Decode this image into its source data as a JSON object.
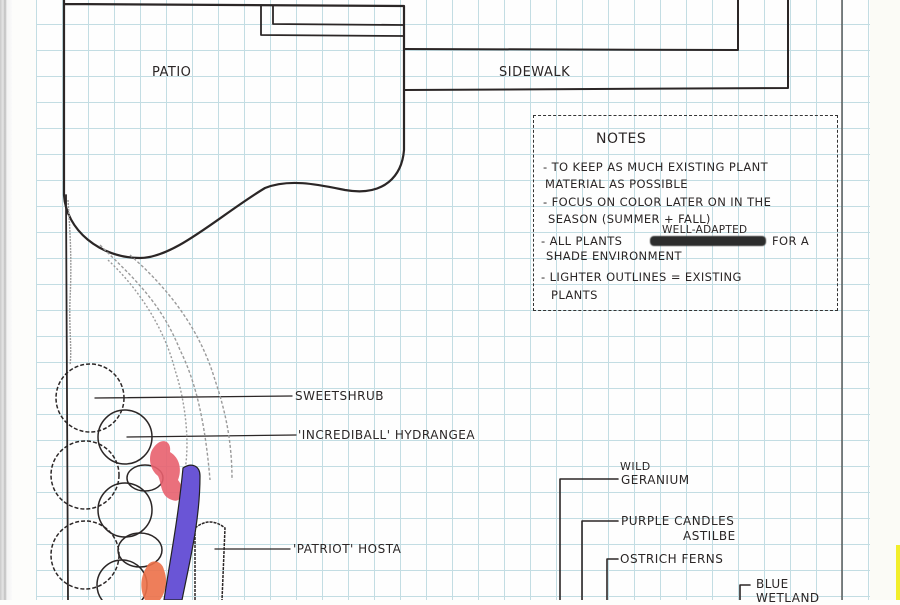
{
  "areas": {
    "patio": "PATIO",
    "sidewalk": "SIDEWALK"
  },
  "notes": {
    "title": "NOTES",
    "lines": [
      "- TO KEEP AS MUCH EXISTING PLANT",
      "MATERIAL AS POSSIBLE",
      "- FOCUS ON COLOR LATER ON IN THE",
      "SEASON (SUMMER + FALL)",
      "- ALL PLANTS",
      "FOR A",
      "SHADE ENVIRONMENT",
      "- LIGHTER OUTLINES = EXISTING",
      "PLANTS"
    ],
    "insertion": "WELL-ADAPTED"
  },
  "plant_labels": {
    "sweetshrub": "SWEETSHRUB",
    "hydrangea": "'INCREDIBALL' HYDRANGEA",
    "hosta": "'PATRIOT' HOSTA",
    "wild_geranium_1": "WILD",
    "wild_geranium_2": "GERANIUM",
    "astilbe_1": "PURPLE CANDLES",
    "astilbe_2": "ASTILBE",
    "ostrich_ferns": "OSTRICH FERNS",
    "blue_wetland_1": "BLUE",
    "blue_wetland_2": "WETLAND"
  },
  "colors": {
    "ink": "#2b2626",
    "existing_outline": "#9a9a9a",
    "pink_plant": "#e8606e",
    "orange_plant": "#ec7048",
    "purple_plant": "#6a55d6",
    "grid": "#c3dde3"
  }
}
